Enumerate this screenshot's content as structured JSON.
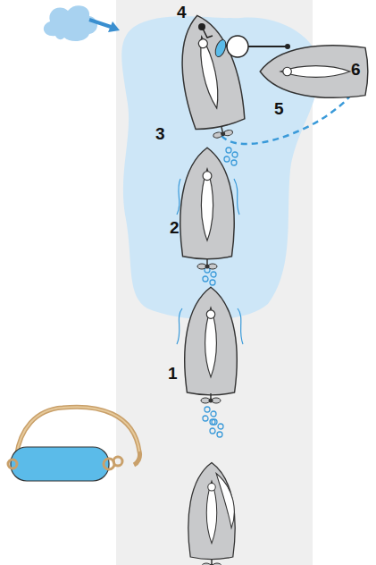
{
  "diagram": {
    "labels": [
      "4",
      "6",
      "5",
      "3",
      "2",
      "1"
    ]
  }
}
